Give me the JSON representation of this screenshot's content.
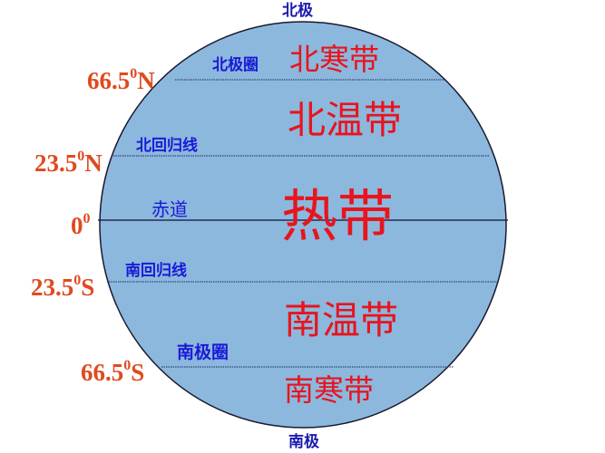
{
  "diagram": {
    "title": "",
    "colors": {
      "globe_fill": "#8cb8de",
      "globe_stroke": "#1a1a2e",
      "zone_text": "#e8141e",
      "circle_text": "#1a1ad6",
      "latitude_text": "#e04a1e"
    },
    "poles": {
      "north": "北极",
      "south": "南极"
    },
    "latitude_lines": [
      {
        "name": "北极圈",
        "latitude": "66.5",
        "degree": "0",
        "hemisphere": "N",
        "style": "dotted"
      },
      {
        "name": "北回归线",
        "latitude": "23.5",
        "degree": "0",
        "hemisphere": "N",
        "style": "dotted"
      },
      {
        "name": "赤道",
        "latitude": "0",
        "degree": "0",
        "hemisphere": "",
        "style": "solid"
      },
      {
        "name": "南回归线",
        "latitude": "23.5",
        "degree": "0",
        "hemisphere": "S",
        "style": "dotted"
      },
      {
        "name": "南极圈",
        "latitude": "66.5",
        "degree": "0",
        "hemisphere": "S",
        "style": "dotted"
      }
    ],
    "zones": [
      {
        "name": "北寒带"
      },
      {
        "name": "北温带"
      },
      {
        "name": "热带"
      },
      {
        "name": "南温带"
      },
      {
        "name": "南寒带"
      }
    ]
  }
}
